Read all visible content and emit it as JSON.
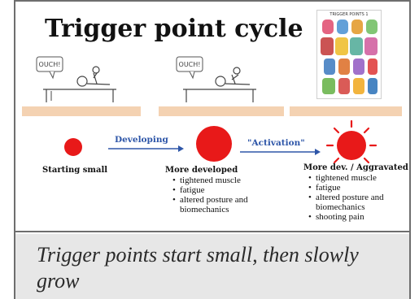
{
  "title": "Trigger point cycle",
  "poster_title": "TRIGGER POINTS 1",
  "sketch_speech": "OUCH!",
  "arrows": {
    "developing": "Developing",
    "activation": "\"Activation\""
  },
  "stages": [
    {
      "label": "Starting small"
    },
    {
      "label": "More developed",
      "bullets": [
        "tightened muscle",
        "fatigue",
        "altered posture and biomechanics"
      ]
    },
    {
      "label": "More dev. / Aggravated",
      "bullets": [
        "tightened muscle",
        "fatigue",
        "altered posture and biomechanics",
        "shooting pain"
      ]
    }
  ],
  "caption": "Trigger points start small, then slowly grow",
  "colors": {
    "dot": "#e81919",
    "arrow": "#2e56a8",
    "bar": "#f4d2b2",
    "caption_bg": "#e7e7e7"
  }
}
